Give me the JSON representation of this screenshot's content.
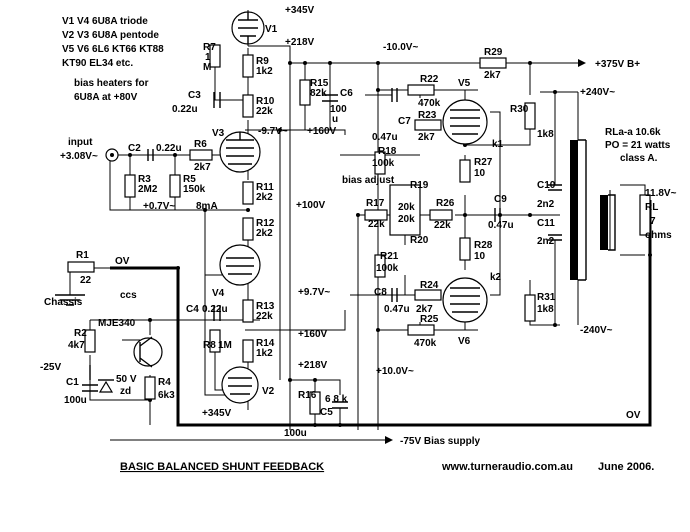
{
  "notes": {
    "tubes": [
      "V1 V4 6U8A triode",
      "V2 V3 6U8A pentode",
      "V5 V6 6L6 KT66 KT88",
      "KT90 EL34 etc."
    ],
    "bias_heaters": [
      "bias heaters for",
      "6U8A at +80V"
    ],
    "output": [
      "RLa-a 10.6k",
      "PO = 21 watts",
      "class A."
    ],
    "load": [
      "11.8V~",
      "RL",
      "7",
      "ohms"
    ]
  },
  "title": "BASIC BALANCED SHUNT FEEDBACK",
  "website": "www.turneraudio.com.au",
  "date": "June 2006.",
  "tubes": {
    "v1": "V1",
    "v2": "V2",
    "v3": "V3",
    "v4": "V4",
    "v5": "V5",
    "v6": "V6"
  },
  "voltages": {
    "v345_top": "+345V",
    "v218_top": "+218V",
    "vm10": "-10.0V~",
    "v375": "+375V B+",
    "v240": "+240V~",
    "vm97": "-9.7V~",
    "v160_top": "+160V",
    "input": "+3.08V~",
    "v07": "+0.7V~",
    "ma8": "8mA",
    "v100": "+100V",
    "ov_left": "OV",
    "v97": "+9.7V~",
    "v160_bot": "+160V",
    "vm25": "-25V",
    "v218_bot": "+218V",
    "vp10": "+10.0V~",
    "v345_bot": "+345V",
    "vm240": "-240V~",
    "ov_right": "OV",
    "bias_supply": "-75V Bias supply"
  },
  "labels": {
    "input": "input",
    "chassis": "Chassis",
    "ccs": "ccs",
    "mje": "MJE340",
    "bias_adjust": "bias adjust",
    "k1": "k1",
    "k2": "k2"
  },
  "components": {
    "r7": "R7",
    "r7v": "1",
    "r7m": "M",
    "r9": "R9",
    "r9v": "1k2",
    "r10": "R10",
    "r10v": "22k",
    "c3": "C3",
    "c3v": "0.22u",
    "c2": "C2",
    "c2v": "0.22u",
    "r3": "R3",
    "r3v": "2M2",
    "r5": "R5",
    "r5v": "150k",
    "r6": "R6",
    "r6v": "2k7",
    "r11": "R11",
    "r11v": "2k2",
    "r12": "R12",
    "r12v": "2k2",
    "r15": "R15",
    "r15v": "82k",
    "c6": "C6",
    "c6v": "100",
    "c6u": "u",
    "r1": "R1",
    "r1v": "22",
    "c4": "C4",
    "c4v": "0.22u",
    "r13": "R13",
    "r13v": "22k",
    "r8": "R8",
    "r8v": "1M",
    "r14": "R14",
    "r14v": "1k2",
    "r2": "R2",
    "r2v": "4k7",
    "c1": "C1",
    "c1v": "100u",
    "zd": "zd",
    "zdv": "50 V",
    "r4": "R4",
    "r4v": "6k3",
    "r16": "R16",
    "r16v": "6 8 k",
    "c5": "C5",
    "c5v": "100u",
    "r22": "R22",
    "r22v": "470k",
    "r29": "R29",
    "r29v": "2k7",
    "c7": "C7",
    "c7v": "0.47u",
    "r23": "R23",
    "r23v": "2k7",
    "r18": "R18",
    "r18v": "100k",
    "r30": "R30",
    "r30v": "1k8",
    "r27": "R27",
    "r27v": "10",
    "r19": "R19",
    "r19v": "20k",
    "r17": "R17",
    "r17v": "22k",
    "r20": "R20",
    "r20v": "20k",
    "r26": "R26",
    "r26v": "22k",
    "c9": "C9",
    "c9v": "0.47u",
    "c10": "C10",
    "c10v": "2n2",
    "c11": "C11",
    "c11v": "2n2",
    "r21": "R21",
    "r21v": "100k",
    "r28": "R28",
    "r28v": "10",
    "c8": "C8",
    "c8v": "0.47u",
    "r24": "R24",
    "r24v": "2k7",
    "r25": "R25",
    "r25v": "470k",
    "r31": "R31",
    "r31v": "1k8"
  }
}
